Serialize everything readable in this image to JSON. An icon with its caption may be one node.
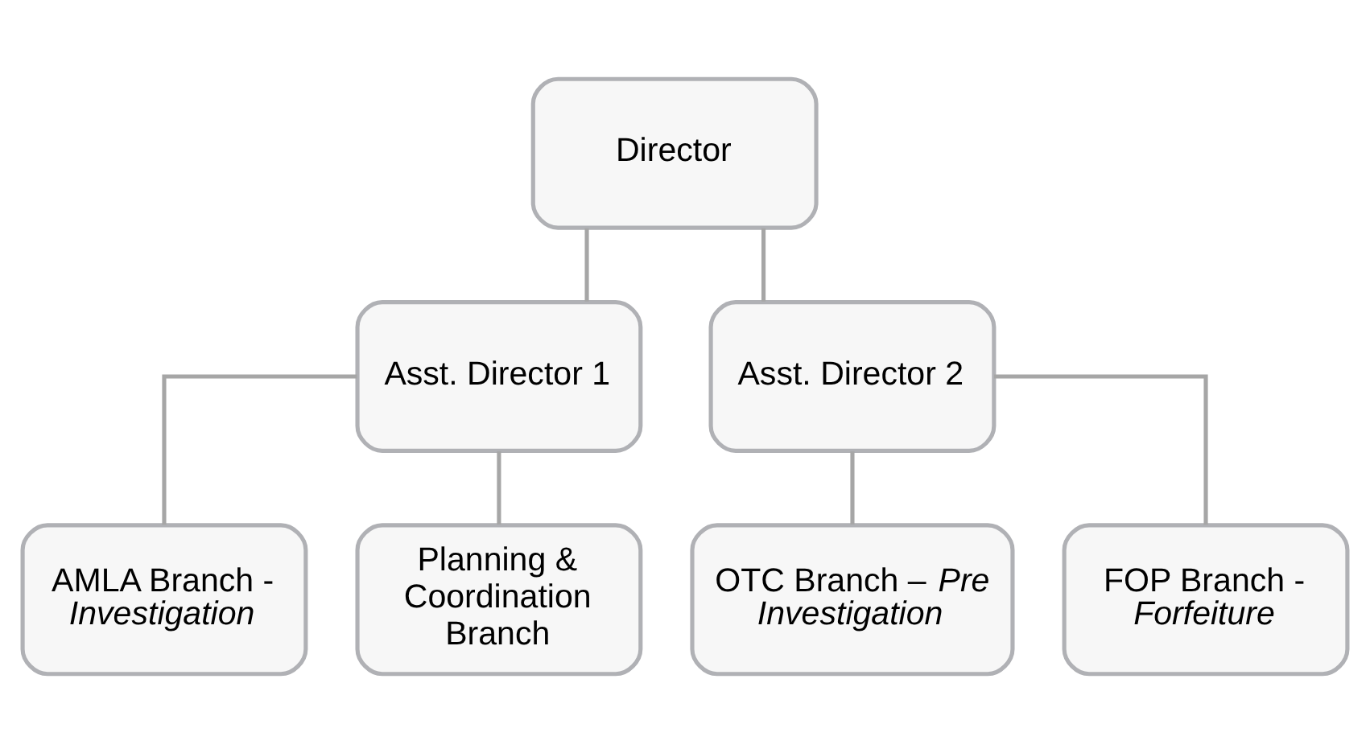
{
  "diagram": {
    "nodes": [
      {
        "text": [
          "Director"
        ]
      },
      {
        "text": [
          "Asst. Director 1"
        ]
      },
      {
        "text": [
          "Asst. Director 2"
        ]
      },
      {
        "text": [
          "AMLA Branch - *Investigation*"
        ]
      },
      {
        "text": [
          "Planning & Coordination Branch"
        ]
      },
      {
        "text": [
          "OTC Branch – *Pre Investigation*"
        ]
      },
      {
        "text": [
          "FOP Branch - *Forfeiture*"
        ]
      }
    ],
    "edges": [
      {
        "from": 0,
        "to": 1,
        "arrow": "none"
      },
      {
        "from": 0,
        "to": 2,
        "arrow": "none"
      },
      {
        "from": 1,
        "to": 3,
        "arrow": "none"
      },
      {
        "from": 1,
        "to": 4,
        "arrow": "none"
      },
      {
        "from": 2,
        "to": 5,
        "arrow": "none"
      },
      {
        "from": 2,
        "to": 6,
        "arrow": "none"
      }
    ]
  }
}
